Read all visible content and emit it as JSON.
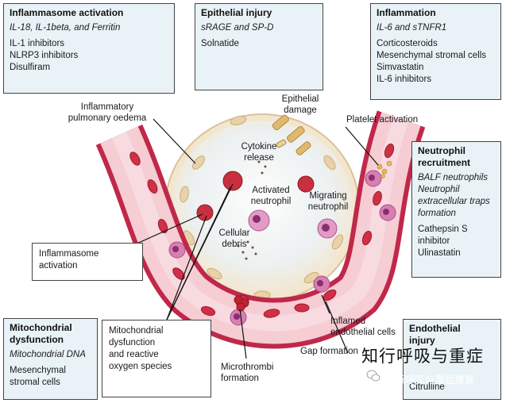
{
  "colors": {
    "box_fill": "#e9f3f7",
    "vessel_wall": "#c0284a",
    "vessel_lumen": "#f5cdd2",
    "alveolus": "#f3e6cf",
    "rbc": "#cf3045",
    "neutrophil": "#d77fb2",
    "epithelium_gold": "#e0b870"
  },
  "boxes": {
    "inflammasome_activation": {
      "title": "Inflammasome activation",
      "biomarkers": "IL-18, IL-1beta, and Ferritin",
      "items": [
        "IL-1 inhibitors",
        "NLRP3 inhibitors",
        "Disulfiram"
      ]
    },
    "epithelial_injury": {
      "title": "Epithelial injury",
      "biomarkers": "sRAGE and SP-D",
      "items": [
        "Solnatide"
      ]
    },
    "inflammation": {
      "title": "Inflammation",
      "biomarkers": "IL-6 and sTNFR1",
      "items": [
        "Corticosteroids",
        "Mesenchymal stromal cells",
        "Simvastatin",
        "IL-6 inhibitors"
      ]
    },
    "neutrophil_recruitment": {
      "title_1": "Neutrophil",
      "title_2": "recruitment",
      "biomarkers": [
        "BALF neutrophils",
        "Neutrophil",
        "extracellular traps",
        "formation"
      ],
      "items": [
        "Cathepsin S",
        "inhibitor",
        "Ulinastatin"
      ]
    },
    "mitochondrial_dysfunction": {
      "title_1": "Mitochondrial",
      "title_2": "dysfunction",
      "biomarkers": "Mitochondrial DNA",
      "items": [
        "Mesenchymal",
        "stromal cells"
      ]
    },
    "endothelial_injury": {
      "title_1": "Endothelial",
      "title_2": "injury",
      "items": [
        "Citrulline"
      ]
    },
    "inflammasome_callout": {
      "line1": "Inflammasome",
      "line2": "activation"
    },
    "mito_ros_callout": {
      "lines": [
        "Mitochondrial",
        "dysfunction",
        "and reactive",
        "oxygen species"
      ]
    }
  },
  "labels": {
    "oedema": [
      "Inflammatory",
      "pulmonary oedema"
    ],
    "epithelial_damage": [
      "Epithelial",
      "damage"
    ],
    "platelet_activation": "Platelet activation",
    "cytokine_release": [
      "Cytokine",
      "release"
    ],
    "activated_neutrophil": [
      "Activated",
      "neutrophil"
    ],
    "migrating_neutrophil": [
      "Migrating",
      "neutrophil"
    ],
    "cellular_debris": [
      "Cellular",
      "debris"
    ],
    "microthrombi": [
      "Microthrombi",
      "formation"
    ],
    "inflamed_endothelial": [
      "Inflamed",
      "endothelial cells"
    ],
    "gap_formation": "Gap formation"
  },
  "watermark": {
    "line1": "知行呼吸与重症",
    "line2": "知行呼吸与重症康复"
  }
}
